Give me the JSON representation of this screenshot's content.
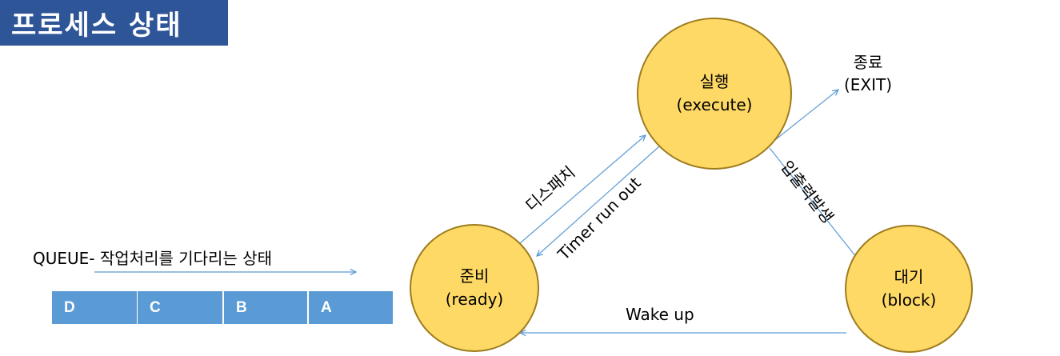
{
  "title": "프로세스 상태",
  "states": {
    "execute": {
      "name": "실행",
      "sub": "(execute)"
    },
    "ready": {
      "name": "준비",
      "sub": "(ready)"
    },
    "block": {
      "name": "대기",
      "sub": "(block)"
    },
    "exit": {
      "name": "종료",
      "sub": "(EXIT)"
    }
  },
  "transitions": {
    "dispatch": "디스패치",
    "timer_run_out": "Timer run out",
    "io_occurs": "입출력발생",
    "wake_up": "Wake up"
  },
  "queue": {
    "label": "QUEUE- 작업처리를 기다리는 상태",
    "items": [
      "D",
      "C",
      "B",
      "A"
    ]
  },
  "colors": {
    "title_bg": "#2E5597",
    "node_fill": "#FFD966",
    "node_border": "#9E7C1E",
    "arrow": "#5B9BD5",
    "queue_fill": "#5B9BD5"
  }
}
